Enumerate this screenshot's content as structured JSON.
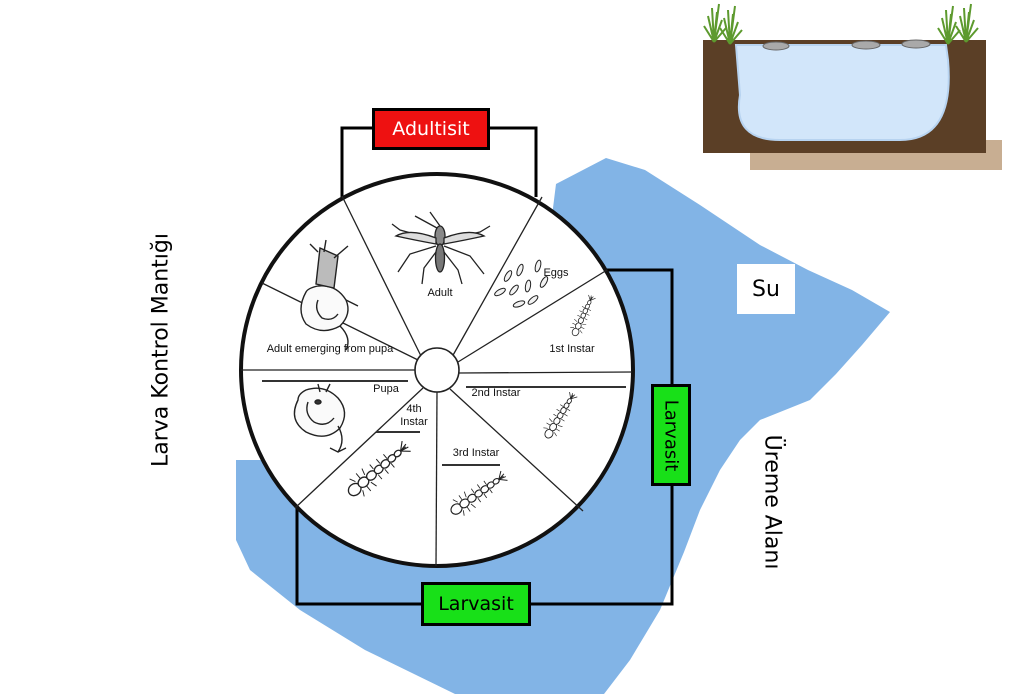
{
  "labels": {
    "side_title": "Larva Kontrol Mantığı",
    "adultisit": "Adultisit",
    "larvasit_bottom": "Larvasit",
    "larvasit_right": "Larvasit",
    "su": "Su",
    "ureme_alani": "Üreme Alanı"
  },
  "lifecycle": {
    "adult": "Adult",
    "eggs": "Eggs",
    "first_instar": "1st Instar",
    "second_instar": "2nd Instar",
    "third_instar": "3rd Instar",
    "fourth_instar_line1": "4th",
    "fourth_instar_line2": "Instar",
    "pupa": "Pupa",
    "adult_emerging": "Adult emerging from pupa"
  },
  "colors": {
    "adultisit_fill": "#ee1111",
    "larvasit_fill": "#18e018",
    "breeding_area": "#82b4e6",
    "water": "#d2e6fa",
    "soil": "#5b3f26",
    "grass": "#5d9a2e",
    "base": "#c8ae92"
  },
  "icons": [
    "mosquito-adult-icon",
    "eggs-icon",
    "larva-icon",
    "pupa-icon",
    "emerging-adult-icon",
    "grass-icon",
    "floating-object-icon"
  ]
}
